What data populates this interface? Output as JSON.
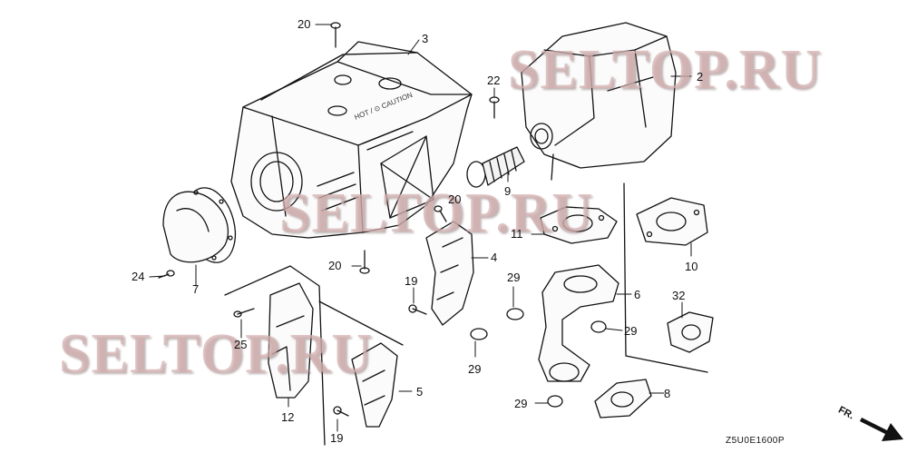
{
  "callouts": {
    "c2": "2",
    "c3": "3",
    "c4": "4",
    "c5": "5",
    "c6": "6",
    "c7": "7",
    "c8": "8",
    "c9": "9",
    "c10": "10",
    "c11": "11",
    "c12": "12",
    "c19a": "19",
    "c19b": "19",
    "c20a": "20",
    "c20b": "20",
    "c20c": "20",
    "c22": "22",
    "c24": "24",
    "c25": "25",
    "c29a": "29",
    "c29b": "29",
    "c29c": "29",
    "c29d": "29",
    "c32": "32"
  },
  "watermark": {
    "text": "SELTOP.RU",
    "text_small": "SELTOP.RU"
  },
  "part_code": "Z5U0E1600P",
  "direction_label": "FR.",
  "embossed": {
    "shroud_text": "HOT / ⊙ CAUTION"
  }
}
